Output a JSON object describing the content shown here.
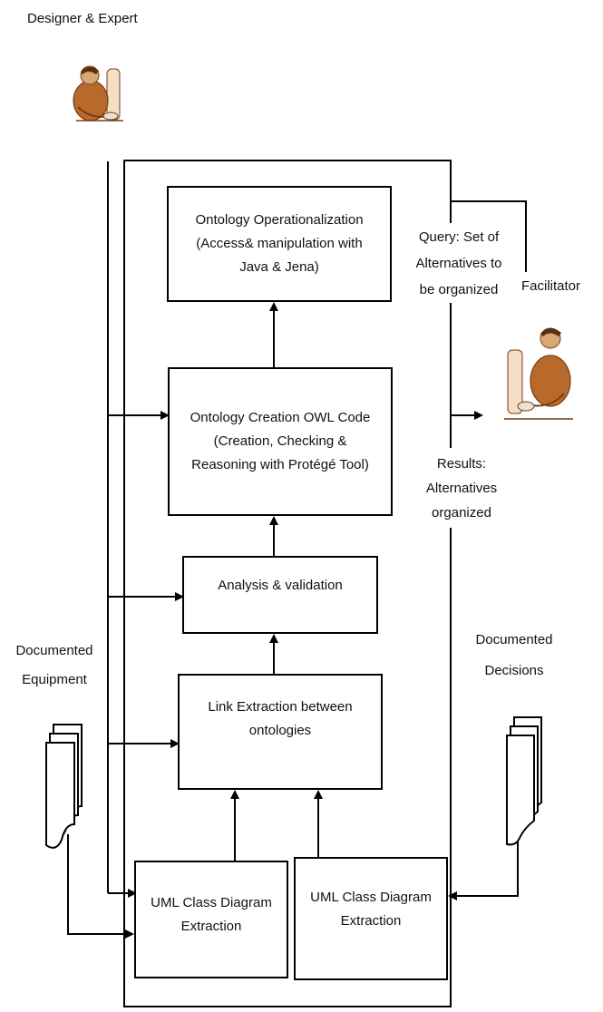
{
  "actors": {
    "designer": "Designer & Expert",
    "facilitator": "Facilitator"
  },
  "boxes": {
    "operationalization": [
      "Ontology Operationalization",
      "(Access& manipulation with",
      "Java & Jena)"
    ],
    "creation": [
      "Ontology Creation OWL Code",
      "(Creation, Checking &",
      "Reasoning with Protégé Tool)"
    ],
    "analysis": [
      "Analysis & validation"
    ],
    "link": [
      "Link Extraction between",
      "ontologies"
    ],
    "uml_left": [
      "UML Class Diagram",
      "Extraction"
    ],
    "uml_right": [
      "UML Class Diagram",
      "Extraction"
    ]
  },
  "labels": {
    "query": [
      "Query: Set of",
      "Alternatives to",
      "be organized"
    ],
    "results": [
      "Results:",
      "Alternatives",
      "organized"
    ],
    "documented_equipment": [
      "Documented",
      "Equipment"
    ],
    "documented_decisions": [
      "Documented",
      "Decisions"
    ]
  },
  "colors": {
    "stroke": "#000000",
    "skin": "#d9a877",
    "suit": "#b86a2c",
    "suit_dark": "#7a3d12"
  }
}
